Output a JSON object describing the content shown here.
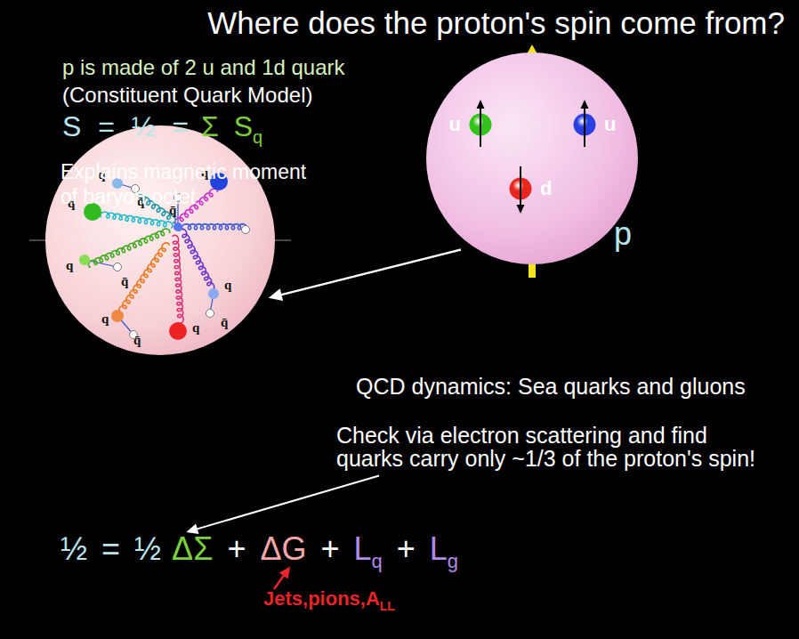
{
  "diagram": {
    "title": "Where does the proton's spin come from?",
    "nodes": [
      {
        "text": [
          "p"
        ]
      },
      {
        "text": [
          "u"
        ],
        "in": 0
      },
      {
        "text": [
          "u"
        ],
        "in": 0
      },
      {
        "text": [
          "d"
        ],
        "in": 0
      },
      {
        "text": [
          "q",
          "q̄",
          "q",
          "q̄",
          "q",
          "q",
          "q̄",
          "q",
          "q̄",
          "q",
          "q̄",
          "q"
        ]
      }
    ],
    "edges": [
      {
        "from": 0,
        "to": 4,
        "arrow": "to"
      }
    ],
    "labels": [
      "p is made of 2 u and 1d quark",
      "(Constituent Quark Model)",
      "S = ½ =",
      "Σ S",
      "q",
      "Explains magnetic moment of baryon octet",
      "QCD dynamics: Sea quarks and gluons",
      "Check via electron scattering and find quarks carry only ~1/3 of the proton's spin!",
      "½ = ½",
      "ΔΣ",
      "+",
      "ΔG",
      "+",
      "L",
      "q",
      "+",
      "L",
      "g",
      "Jets,pions,A",
      "LL"
    ]
  }
}
